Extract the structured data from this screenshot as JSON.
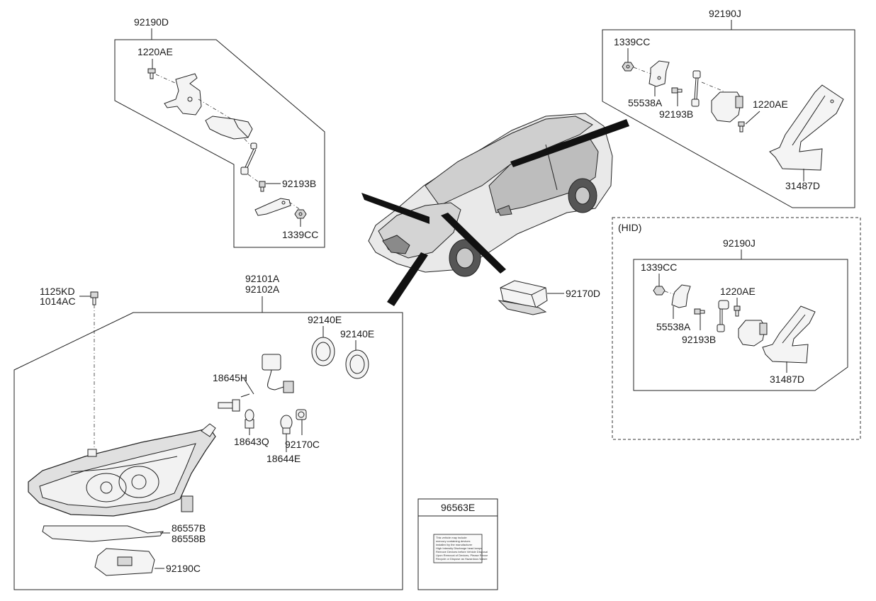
{
  "diagram": {
    "part_labels": {
      "p92190D": "92190D",
      "p1220AE_a": "1220AE",
      "p92193B_a": "92193B",
      "p1339CC_a": "1339CC",
      "p92190J_a": "92190J",
      "p1339CC_b": "1339CC",
      "p55538A_a": "55538A",
      "p92193B_b": "92193B",
      "p1220AE_b": "1220AE",
      "p31487D_a": "31487D",
      "hid_tag": "(HID)",
      "p92190J_b": "92190J",
      "p1339CC_c": "1339CC",
      "p1220AE_c": "1220AE",
      "p55538A_b": "55538A",
      "p92193B_c": "92193B",
      "p31487D_b": "31487D",
      "p92170D": "92170D",
      "p1125KD": "1125KD",
      "p1014AC": "1014AC",
      "p92101A": "92101A",
      "p92102A": "92102A",
      "p92140E_a": "92140E",
      "p92140E_b": "92140E",
      "p18645H": "18645H",
      "p18643Q": "18643Q",
      "p92170C": "92170C",
      "p18644E": "18644E",
      "p86557B": "86557B",
      "p86558B": "86558B",
      "p92190C": "92190C",
      "p96563E": "96563E"
    },
    "caution_label_lines": [
      "This vehicle may include",
      "mercury containing devices",
      "installed by the manufacturer",
      "High Intensity Discharge head lamps",
      "Remove Devices before Vehicle Disposal",
      "Upon Removal of Devices, Please Reuse",
      "Recycle or Dispose as Hazardous Waste"
    ]
  }
}
